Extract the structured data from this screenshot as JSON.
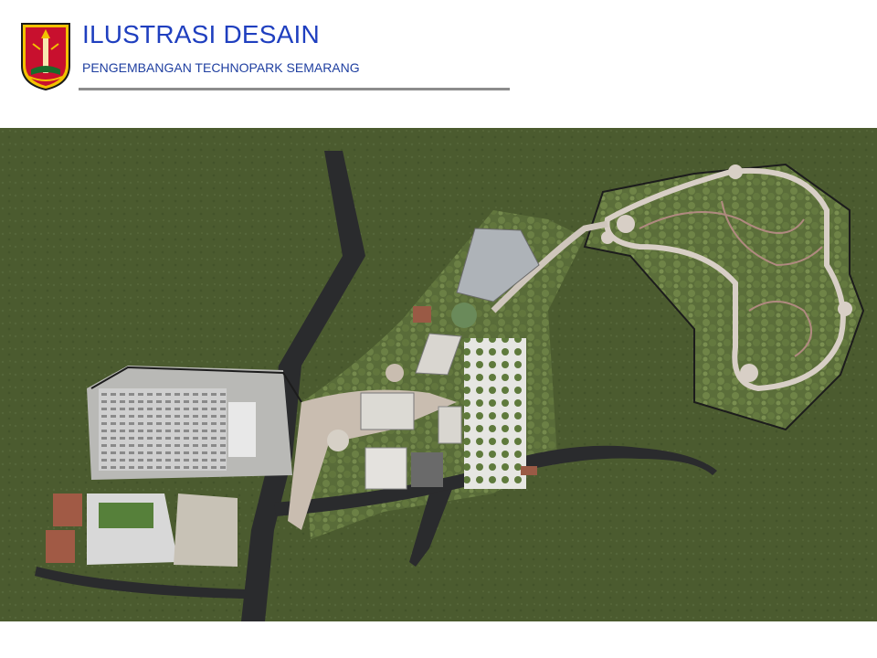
{
  "header": {
    "title": "ILUSTRASI DESAIN",
    "subtitle": "PENGEMBANGAN TECHNOPARK SEMARANG"
  },
  "colors": {
    "title": "#1f3fbf",
    "rule": "#8c8c8c",
    "grass": "#4a5a2e",
    "road": "#2a2b2d",
    "path": "#c9bdb0"
  },
  "icons": {
    "logo": "semarang-city-emblem"
  }
}
